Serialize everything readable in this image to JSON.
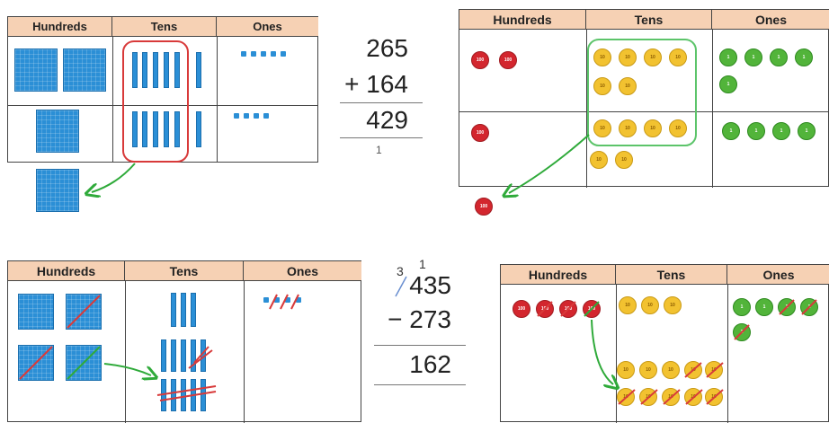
{
  "headers": {
    "hundreds": "Hundreds",
    "tens": "Tens",
    "ones": "Ones"
  },
  "addition": {
    "top": "265",
    "bottom": "+ 164",
    "result": "429",
    "carry": "1"
  },
  "subtraction": {
    "top": "435",
    "bottom": "− 273",
    "result": "162",
    "borrow_hundreds": "3",
    "borrow_tens": "1"
  },
  "disc_labels": {
    "hundred": "100",
    "ten": "10",
    "one": "1"
  },
  "colors": {
    "header": "#f6d1b4",
    "base_ten": "#2b8fd6",
    "hundred_disc": "#d3262e",
    "ten_disc": "#f2c230",
    "one_disc": "#52b43a",
    "regroup_mark": "#d83a3a",
    "arrow": "#2faa3a"
  }
}
